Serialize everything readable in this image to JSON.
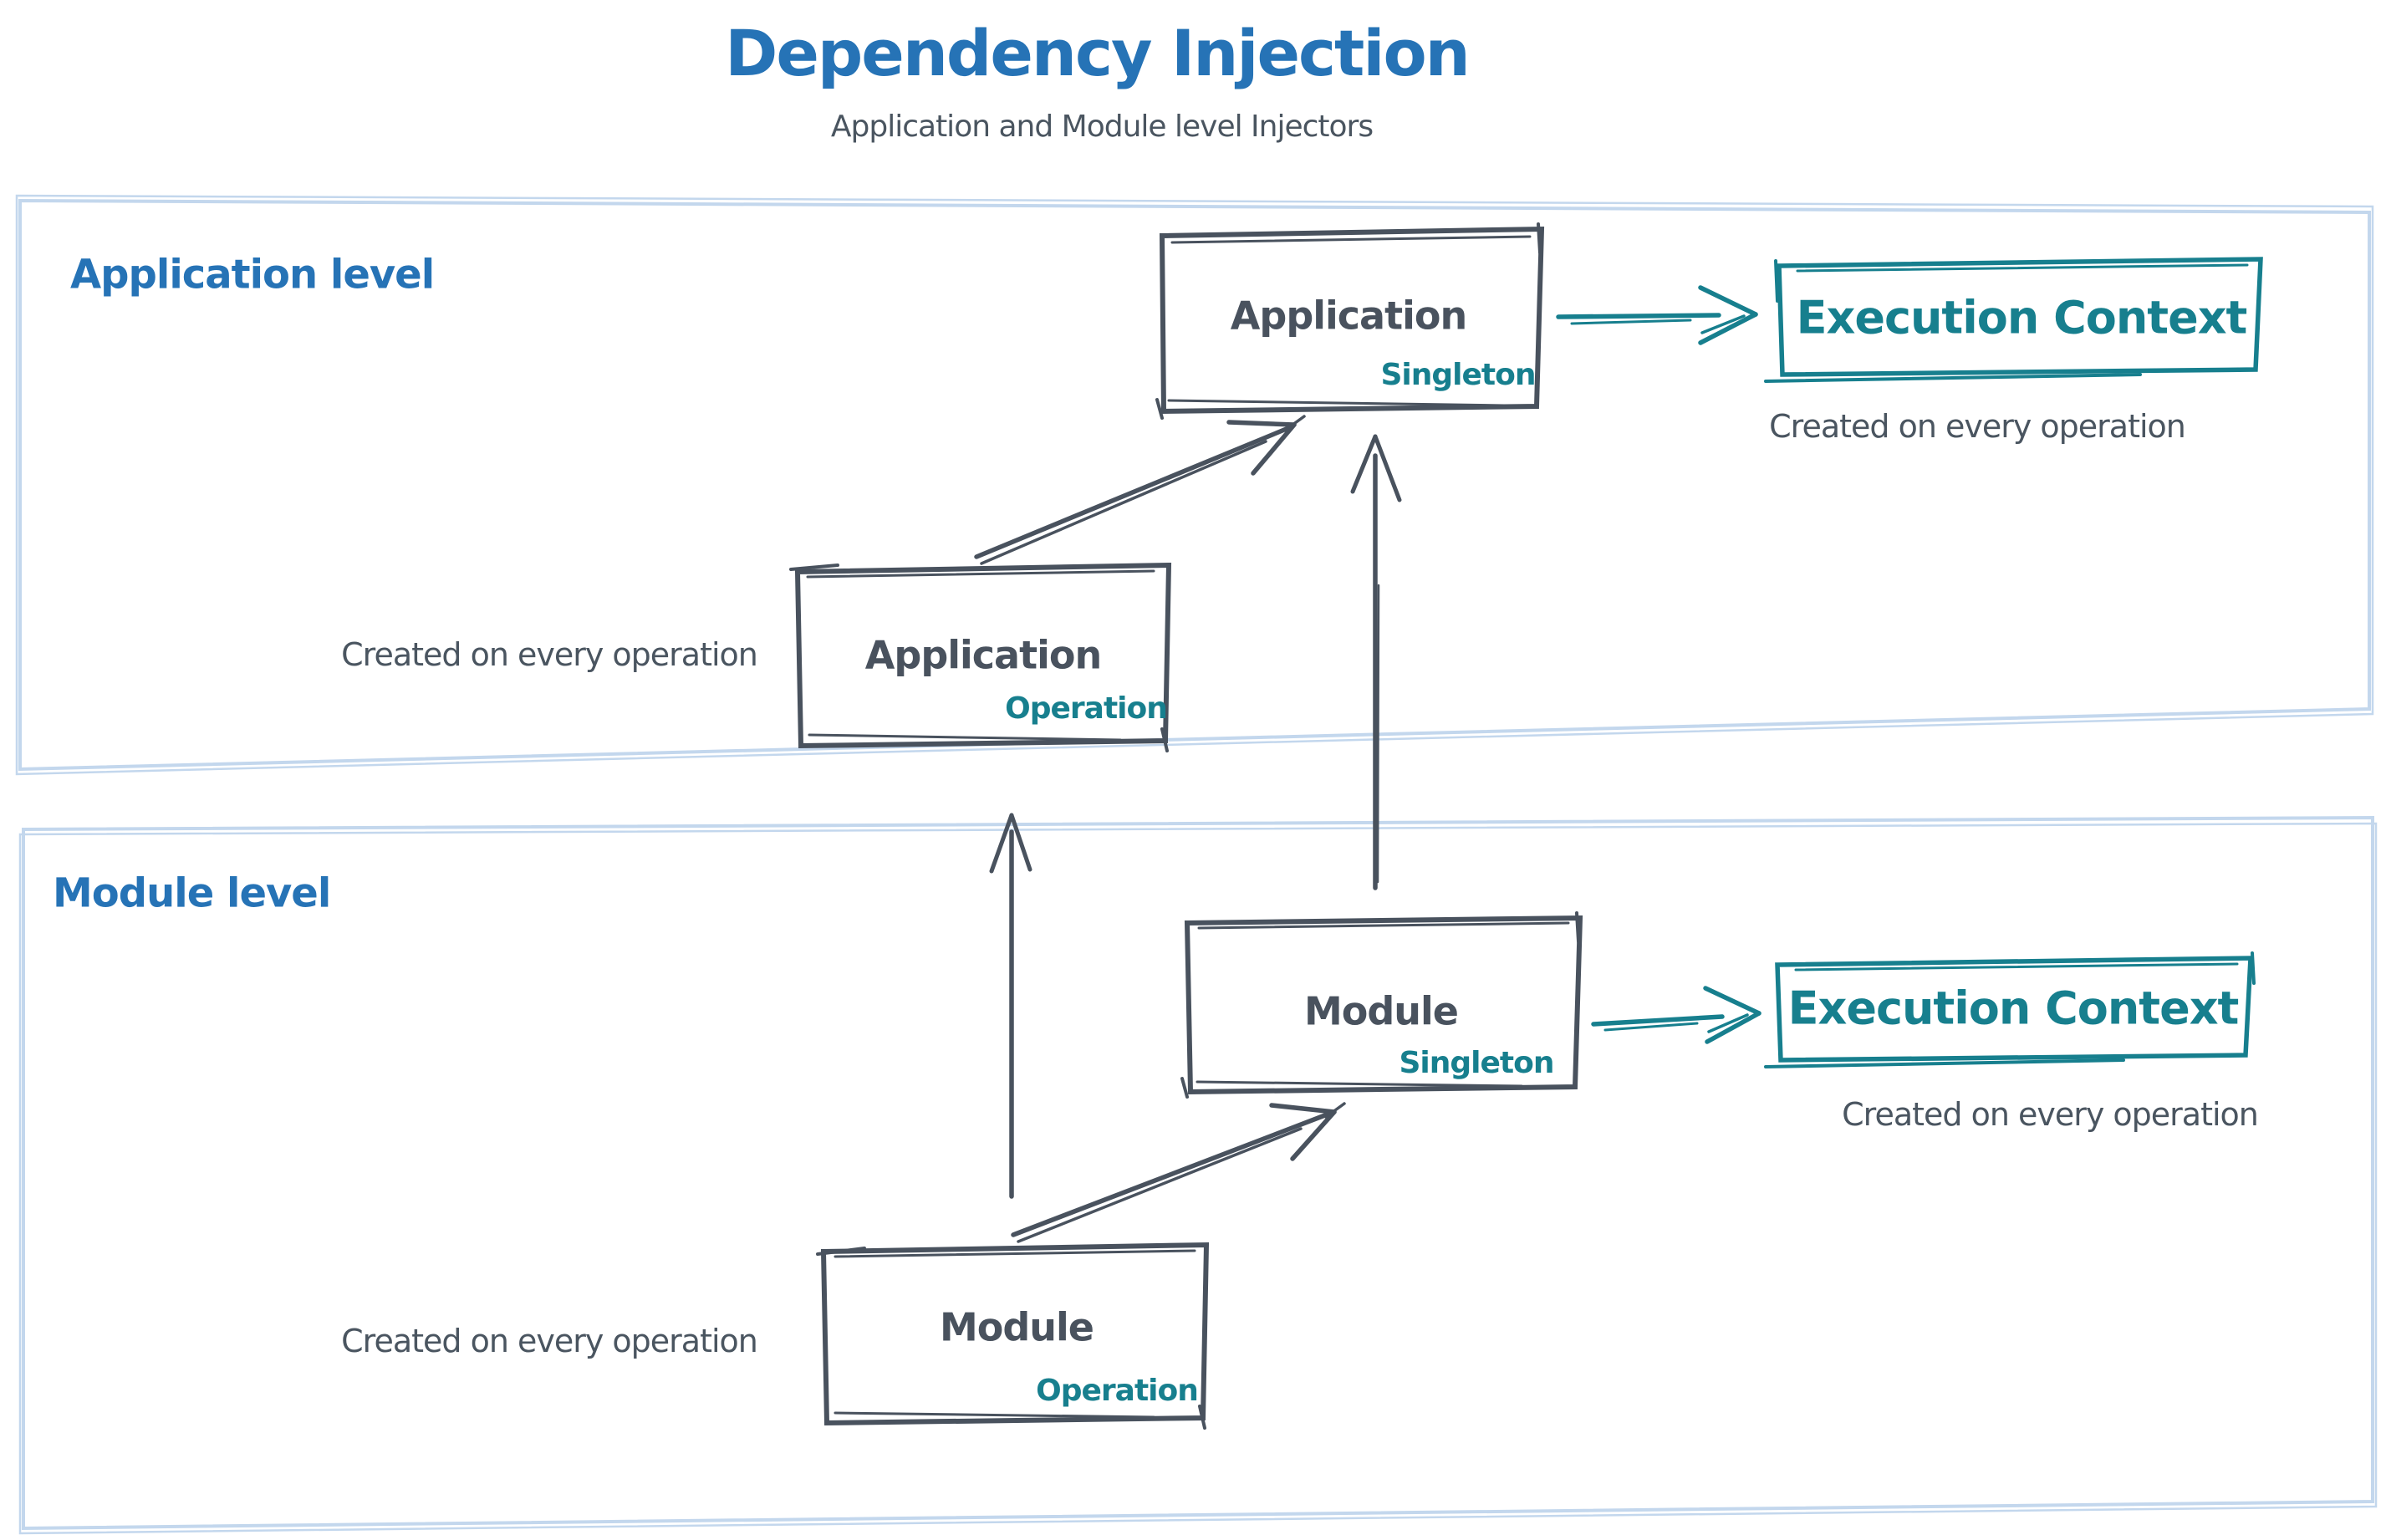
{
  "title": "Dependency Injection",
  "subtitle": "Application and Module level Injectors",
  "colors": {
    "heading_blue": "#2673b6",
    "stroke_dark": "#49525e",
    "teal": "#177f8e",
    "container_border": "#c3d7ed",
    "background": "#ffffff"
  },
  "sections": {
    "application": {
      "label": "Application level",
      "note_box": "Created on every operation",
      "note_context": "Created on every operation"
    },
    "module": {
      "label": "Module level",
      "note_box": "Created on every operation",
      "note_context": "Created on every operation"
    }
  },
  "boxes": {
    "app_singleton": {
      "title": "Application",
      "tag": "Singleton"
    },
    "app_operation": {
      "title": "Application",
      "tag": "Operation"
    },
    "module_singleton": {
      "title": "Module",
      "tag": "Singleton"
    },
    "module_operation": {
      "title": "Module",
      "tag": "Operation"
    },
    "app_execution_context": {
      "title": "Execution Context"
    },
    "module_execution_context": {
      "title": "Execution Context"
    }
  },
  "arrows": [
    {
      "from": "Application Operation",
      "to": "Application Singleton"
    },
    {
      "from": "Application Singleton",
      "to": "Execution Context (application)"
    },
    {
      "from": "Module Operation",
      "to": "Application Operation"
    },
    {
      "from": "Module Singleton",
      "to": "Application Singleton"
    },
    {
      "from": "Module Operation",
      "to": "Module Singleton"
    },
    {
      "from": "Module Singleton",
      "to": "Execution Context (module)"
    }
  ]
}
